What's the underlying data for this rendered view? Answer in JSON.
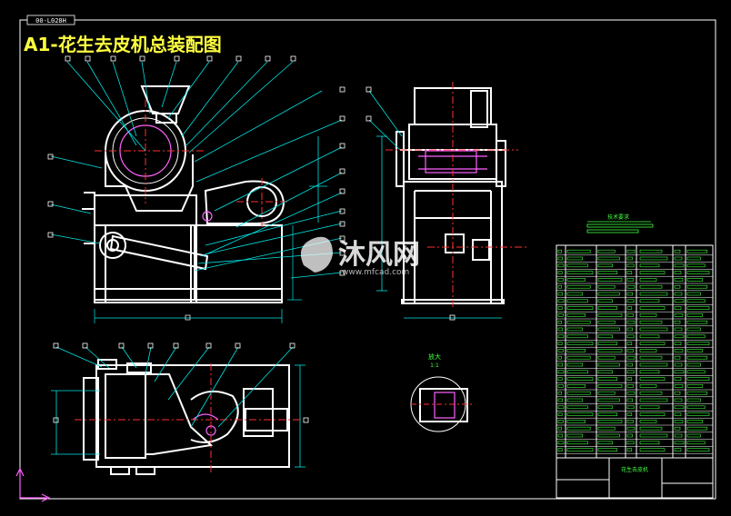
{
  "drawing": {
    "code": "00-L028H",
    "title": "A1-花生去皮机总装配图",
    "detail_label": "放大",
    "detail_scale": "1:1"
  },
  "watermark": {
    "brand": "沐风网",
    "url": "www.mfcad.com"
  },
  "title_block": {
    "tech_req_label": "技术要求",
    "block_label": "花生去皮机"
  },
  "colors": {
    "background": "#000000",
    "outline": "#ffffff",
    "leader": "#00e5e5",
    "center": "#ff3030",
    "title": "#ffff40",
    "table": "#40ff40",
    "part": "#ff60ff"
  }
}
